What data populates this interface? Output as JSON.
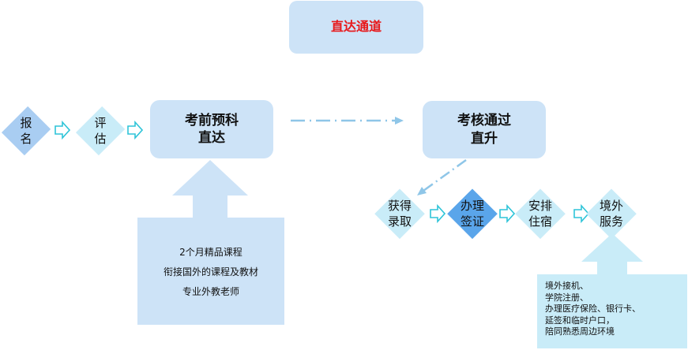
{
  "title": "直达通道",
  "flow_left": {
    "step1": [
      "报",
      "名"
    ],
    "step2": [
      "评",
      "估"
    ],
    "prep_box": [
      "考前预科",
      "直达"
    ]
  },
  "prep_details": [
    "2个月精品课程",
    "衔接国外的课程及教材",
    "专业外教老师"
  ],
  "pass_box": [
    "考核通过",
    "直升"
  ],
  "flow_right": {
    "admit": [
      "获得",
      "录取"
    ],
    "visa": [
      "办理",
      "签证"
    ],
    "housing": [
      "安排",
      "住宿"
    ],
    "overseas": [
      "境外",
      "服务"
    ]
  },
  "service_details": [
    "境外接机、",
    "学院注册、",
    "办理医疗保险、银行卡、",
    "延签和临时户口，",
    "陪同熟悉周边环境"
  ],
  "colors": {
    "box": "#cde3f7",
    "diamond_light": "#c9ecf8",
    "diamond_mid": "#a9cdf2",
    "diamond_dark": "#5aa5ea",
    "title_red": "#e8181b",
    "chevron": "#2ec4d8",
    "connector": "#8fc6e8"
  }
}
